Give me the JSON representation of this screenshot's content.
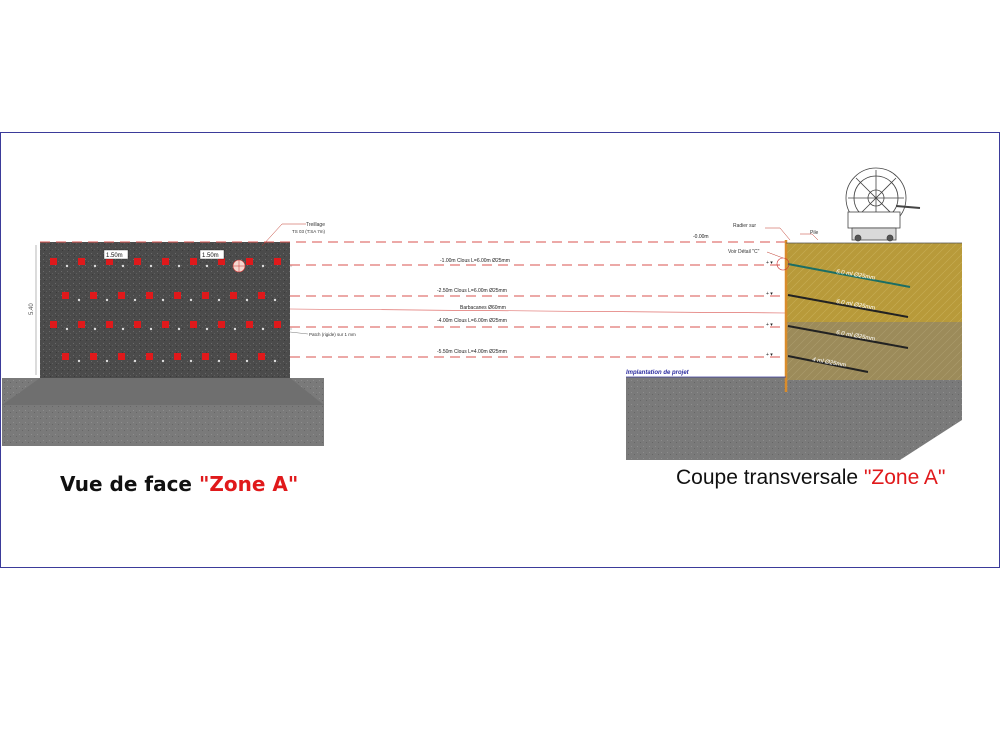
{
  "front_view": {
    "caption_prefix": "Vue de face ",
    "caption_zone": "\"Zone A\"",
    "spacing_label_1": "1.50m",
    "spacing_label_2": "1.50m",
    "height_label": "5.40",
    "note_grillage": "Treillage",
    "note_grillage_detail": "TS 03 (T:SA 7m)",
    "note_patch": "Patch (rigide) sur 1 mm"
  },
  "levels": [
    {
      "label": "-1.00m Clous L=6.00m Ø25mm"
    },
    {
      "label": "-2.50m Clous L=6.00m Ø25mm"
    },
    {
      "label": "Barbacanes Ø60mm"
    },
    {
      "label": "-4.00m Clous L=6.00m Ø25mm"
    },
    {
      "label": "-5.50m Clous L=4.00m Ø25mm"
    }
  ],
  "section_view": {
    "caption_prefix": "Coupe transversale ",
    "caption_zone": "\"Zone A\"",
    "note_radier": "Radier sur",
    "note_pile": "Pile",
    "note_detail": "Voir Détail \"C\"",
    "top_level": "-0.00m",
    "implantation": "Implantation de projet",
    "nail_labels": [
      "6.0 ml Ø25mm",
      "6.0 ml Ø25mm",
      "6.0 ml Ø25mm",
      "4 ml Ø25mm"
    ]
  },
  "colors": {
    "frame": "#3b3b9a",
    "wall": "#4a4a4a",
    "ground": "#7a7a7a",
    "nail_mark": "#e0191b",
    "dashed_line": "#d9534f",
    "soil_upper": "#b89a3a",
    "soil_lower": "#9c8b5a",
    "caption_accent": "#e0191b"
  }
}
